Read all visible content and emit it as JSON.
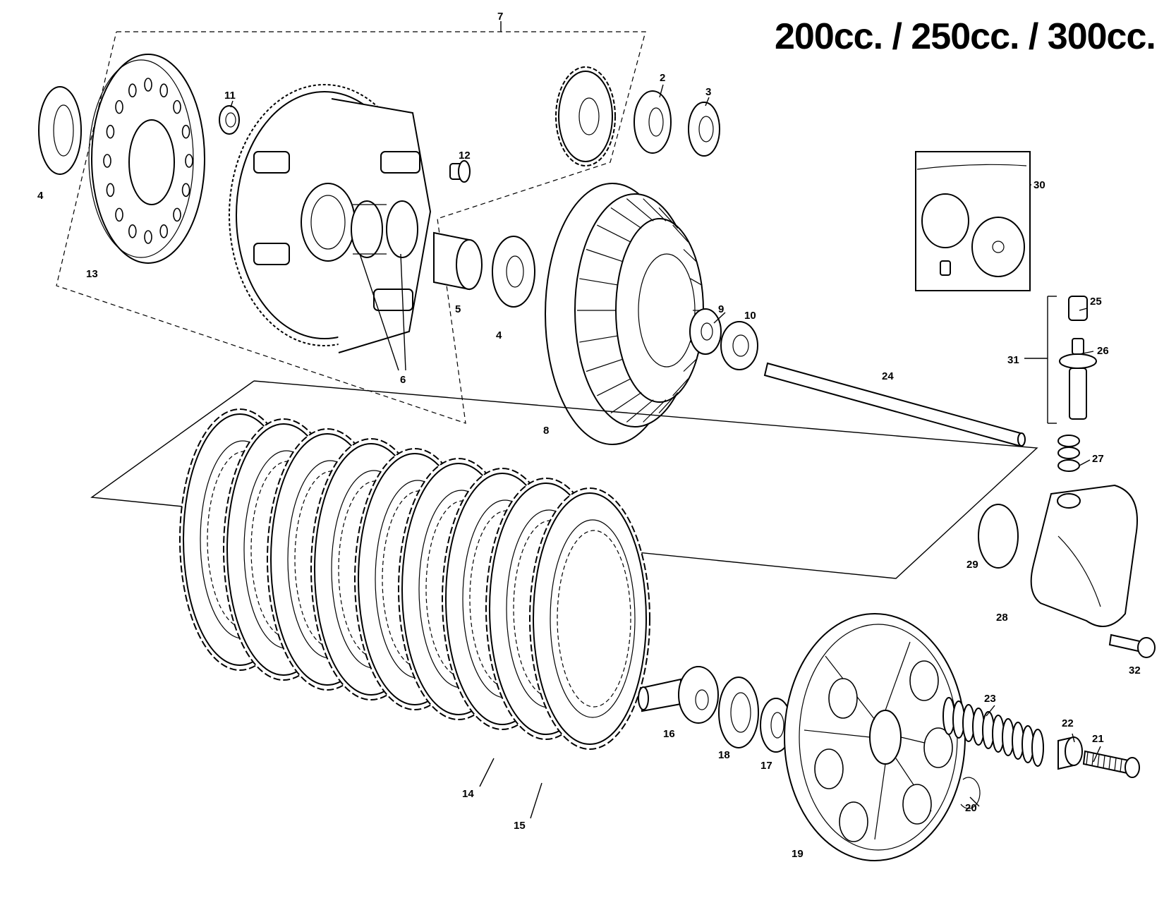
{
  "title": "200cc. / 250cc. / 300cc.",
  "callouts": {
    "c2": "2",
    "c3": "3",
    "c4a": "4",
    "c4b": "4",
    "c5": "5",
    "c6": "6",
    "c7": "7",
    "c8": "8",
    "c9": "9",
    "c10": "10",
    "c11": "11",
    "c12": "12",
    "c13": "13",
    "c14": "14",
    "c15": "15",
    "c16": "16",
    "c17": "17",
    "c18": "18",
    "c19": "19",
    "c20": "20",
    "c21": "21",
    "c22": "22",
    "c23": "23",
    "c24": "24",
    "c25": "25",
    "c26": "26",
    "c27": "27",
    "c28": "28",
    "c29": "29",
    "c30": "30",
    "c31": "31",
    "c32": "32"
  }
}
